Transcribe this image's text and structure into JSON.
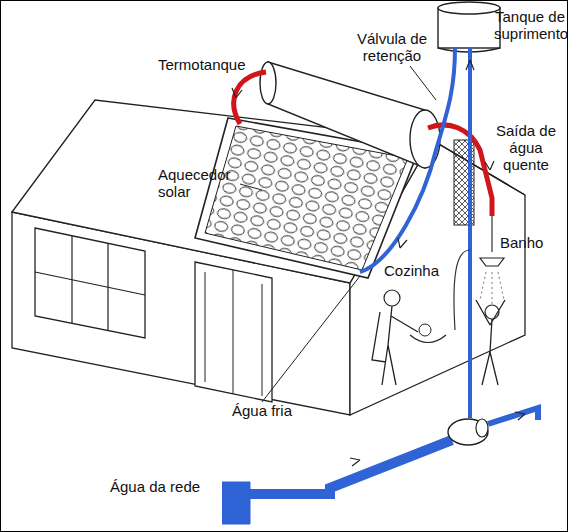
{
  "diagram": {
    "labels": [
      "Termotanque",
      "Válvula de retenção",
      "Tanque de suprimento",
      "Aquecedor solar",
      "Saída de água quente",
      "Banho",
      "Cozinha",
      "Água fria",
      "Água da rede"
    ]
  }
}
